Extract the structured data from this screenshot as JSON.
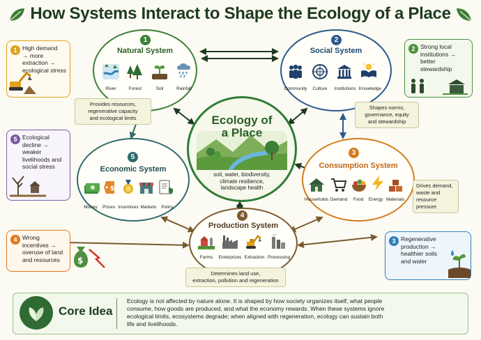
{
  "title": "How Systems Interact to Shape the Ecology of a Place",
  "core": {
    "title_line1": "Ecology of",
    "title_line2": "a Place",
    "subtitle_line1": "soil, water, biodiversity,",
    "subtitle_line2": "climate resilience,",
    "subtitle_line3": "landscape health"
  },
  "systems": {
    "natural": {
      "number": "1",
      "title": "Natural System",
      "items": [
        "River",
        "Forest",
        "Soil",
        "Rainfall"
      ],
      "color": "#3d7f37"
    },
    "social": {
      "number": "2",
      "title": "Social System",
      "items": [
        "Community",
        "Culture",
        "Institutions",
        "Knowledge"
      ],
      "color": "#2b5a8a"
    },
    "consumption": {
      "number": "3",
      "title": "Consumption System",
      "items": [
        "Households",
        "Demand",
        "Food",
        "Energy",
        "Materials"
      ],
      "color": "#d47b1e"
    },
    "production": {
      "number": "4",
      "title": "Production System",
      "items": [
        "Farms",
        "Enterprises",
        "Extraction",
        "Processing"
      ],
      "color": "#7a5a2f"
    },
    "economic": {
      "number": "5",
      "title": "Economic System",
      "items": [
        "Money",
        "Prices",
        "Incentives",
        "Markets",
        "Policy"
      ],
      "color": "#2d6b6b"
    }
  },
  "notes": {
    "natural": [
      "Provides resources,",
      "regenerative capacity",
      "and ecological limits"
    ],
    "social": [
      "Shapes norms,",
      "governance, equity",
      "and stewardship"
    ],
    "consumption": [
      "Drives demand,",
      "waste and",
      "resource",
      "pressure"
    ],
    "production": [
      "Determines land use,",
      "extraction, pollution and regeneration"
    ]
  },
  "side_boxes": {
    "left1": {
      "number": "1",
      "lines": [
        "High demand",
        "→ more",
        "extraction →",
        "ecological stress"
      ],
      "color": "#e0a21d"
    },
    "left5": {
      "number": "5",
      "lines": [
        "Ecological",
        "decline →",
        "weaker",
        "livelihoods and",
        "social stress"
      ],
      "color": "#7b5aa6"
    },
    "left4": {
      "number": "4",
      "lines": [
        "Wrong",
        "incentives →",
        "overuse of land",
        "and resources"
      ],
      "color": "#e07a1d"
    },
    "right2": {
      "number": "2",
      "lines": [
        "Strong local",
        "institutions →",
        "better",
        "stewardship"
      ],
      "color": "#4f8f3f"
    },
    "right3": {
      "number": "3",
      "lines": [
        "Regenerative",
        "production →",
        "healthier soils",
        "and water"
      ],
      "color": "#2f7fb8"
    }
  },
  "core_idea": {
    "title": "Core Idea",
    "lines": [
      "Ecology is not affected by nature alone. It is shaped by how society organizes itself, what people",
      "consume, how goods are produced, and what the economy rewards. When these systems ignore",
      "ecological limits, ecosystems degrade; when aligned with regeneration, ecology can sustain both",
      "life and livelihoods."
    ]
  },
  "icons": {
    "natural": [
      "river-icon",
      "forest-icon",
      "soil-icon",
      "rainfall-icon"
    ],
    "social": [
      "community-icon",
      "culture-icon",
      "institutions-icon",
      "knowledge-icon"
    ],
    "consumption": [
      "house-icon",
      "cart-icon",
      "food-icon",
      "energy-icon",
      "materials-icon"
    ],
    "production": [
      "farm-icon",
      "factory-icon",
      "excavator-icon",
      "processing-icon"
    ],
    "economic": [
      "money-icon",
      "price-tag-icon",
      "medal-icon",
      "market-icon",
      "policy-icon"
    ]
  }
}
